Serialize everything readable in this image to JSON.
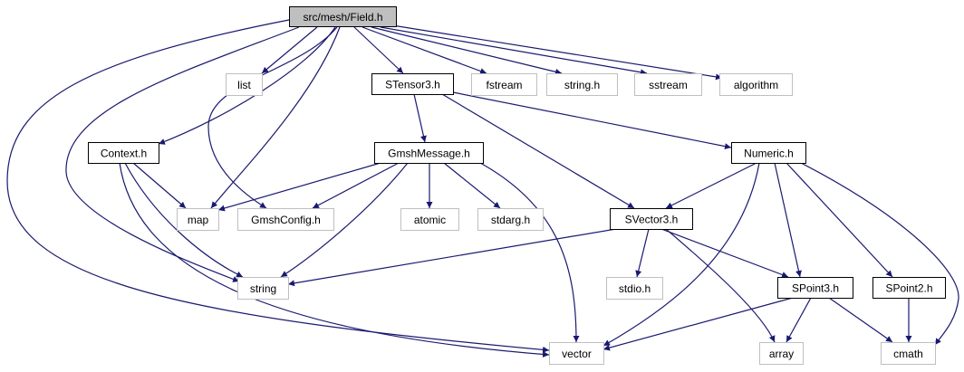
{
  "colors": {
    "edge": "#191970",
    "root_fill": "#bfbfbf",
    "local_border": "#000000",
    "system_border": "#bfbfbf",
    "background": "#ffffff"
  },
  "graph": {
    "nodes": [
      {
        "id": "field",
        "label": "src/mesh/Field.h",
        "kind": "root"
      },
      {
        "id": "list",
        "label": "list",
        "kind": "system"
      },
      {
        "id": "stensor3",
        "label": "STensor3.h",
        "kind": "local"
      },
      {
        "id": "fstream",
        "label": "fstream",
        "kind": "system"
      },
      {
        "id": "string_h",
        "label": "string.h",
        "kind": "system"
      },
      {
        "id": "sstream",
        "label": "sstream",
        "kind": "system"
      },
      {
        "id": "algorithm",
        "label": "algorithm",
        "kind": "system"
      },
      {
        "id": "context",
        "label": "Context.h",
        "kind": "local"
      },
      {
        "id": "gmshmessage",
        "label": "GmshMessage.h",
        "kind": "local"
      },
      {
        "id": "numeric",
        "label": "Numeric.h",
        "kind": "local"
      },
      {
        "id": "map",
        "label": "map",
        "kind": "system"
      },
      {
        "id": "gmshconfig",
        "label": "GmshConfig.h",
        "kind": "system"
      },
      {
        "id": "atomic",
        "label": "atomic",
        "kind": "system"
      },
      {
        "id": "stdarg",
        "label": "stdarg.h",
        "kind": "system"
      },
      {
        "id": "svector3",
        "label": "SVector3.h",
        "kind": "local"
      },
      {
        "id": "string",
        "label": "string",
        "kind": "system"
      },
      {
        "id": "stdio",
        "label": "stdio.h",
        "kind": "system"
      },
      {
        "id": "spoint3",
        "label": "SPoint3.h",
        "kind": "local"
      },
      {
        "id": "spoint2",
        "label": "SPoint2.h",
        "kind": "local"
      },
      {
        "id": "vector",
        "label": "vector",
        "kind": "system"
      },
      {
        "id": "array",
        "label": "array",
        "kind": "system"
      },
      {
        "id": "cmath",
        "label": "cmath",
        "kind": "system"
      }
    ],
    "edges": [
      {
        "from": "field",
        "to": "list"
      },
      {
        "from": "field",
        "to": "stensor3"
      },
      {
        "from": "field",
        "to": "fstream"
      },
      {
        "from": "field",
        "to": "string_h"
      },
      {
        "from": "field",
        "to": "sstream"
      },
      {
        "from": "field",
        "to": "algorithm"
      },
      {
        "from": "field",
        "to": "context"
      },
      {
        "from": "field",
        "to": "map"
      },
      {
        "from": "field",
        "to": "gmshconfig"
      },
      {
        "from": "field",
        "to": "string"
      },
      {
        "from": "field",
        "to": "vector"
      },
      {
        "from": "stensor3",
        "to": "gmshmessage"
      },
      {
        "from": "stensor3",
        "to": "numeric"
      },
      {
        "from": "stensor3",
        "to": "svector3"
      },
      {
        "from": "context",
        "to": "map"
      },
      {
        "from": "context",
        "to": "string"
      },
      {
        "from": "context",
        "to": "vector"
      },
      {
        "from": "gmshmessage",
        "to": "map"
      },
      {
        "from": "gmshmessage",
        "to": "gmshconfig"
      },
      {
        "from": "gmshmessage",
        "to": "atomic"
      },
      {
        "from": "gmshmessage",
        "to": "stdarg"
      },
      {
        "from": "gmshmessage",
        "to": "string"
      },
      {
        "from": "gmshmessage",
        "to": "vector"
      },
      {
        "from": "numeric",
        "to": "svector3"
      },
      {
        "from": "numeric",
        "to": "spoint3"
      },
      {
        "from": "numeric",
        "to": "spoint2"
      },
      {
        "from": "numeric",
        "to": "vector"
      },
      {
        "from": "numeric",
        "to": "cmath"
      },
      {
        "from": "svector3",
        "to": "string"
      },
      {
        "from": "svector3",
        "to": "stdio"
      },
      {
        "from": "svector3",
        "to": "spoint3"
      },
      {
        "from": "svector3",
        "to": "array"
      },
      {
        "from": "spoint3",
        "to": "vector"
      },
      {
        "from": "spoint3",
        "to": "array"
      },
      {
        "from": "spoint3",
        "to": "cmath"
      },
      {
        "from": "spoint2",
        "to": "cmath"
      }
    ]
  }
}
